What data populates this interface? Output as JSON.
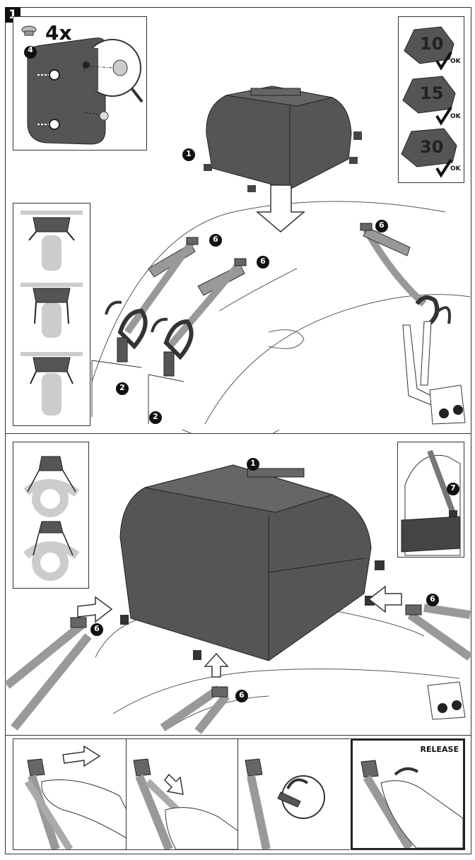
{
  "step": {
    "number": "1"
  },
  "screw_inset": {
    "quantity": "4x",
    "callout": "4"
  },
  "load_inset": {
    "labels": [
      "10",
      "15",
      "30"
    ],
    "ok": "OK"
  },
  "callouts": {
    "bag": "1",
    "strap": "6",
    "hook": "2",
    "shoulder": "7"
  },
  "release_panel": {
    "title": "RELEASE"
  },
  "footer": {
    "note": ""
  },
  "colors": {
    "bag": "#555555",
    "strap": "#9a9a9a",
    "line": "#333333",
    "silhouette": "#cccccc"
  }
}
